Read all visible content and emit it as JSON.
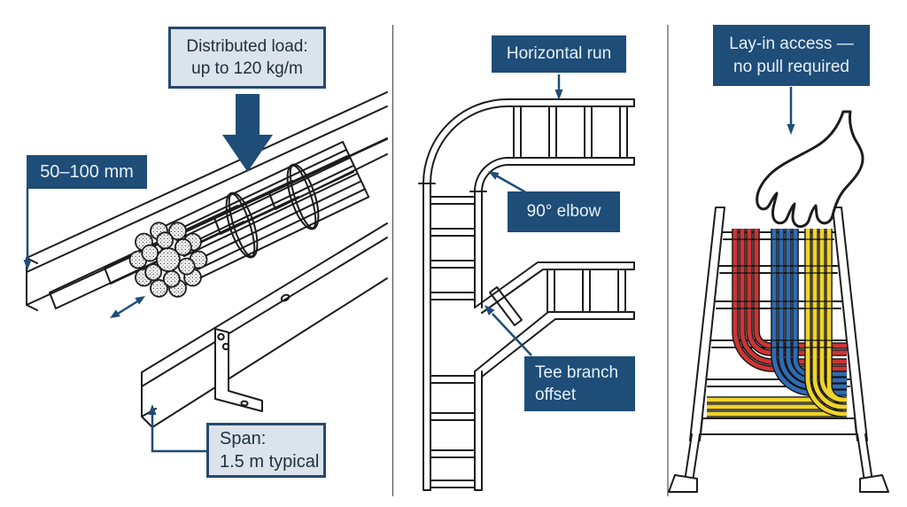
{
  "colors": {
    "navy": "#1e4d78",
    "light_fill": "#dbe3ec",
    "light_border": "#27496d",
    "line": "#1c1c1c",
    "red": "#cf3434",
    "blue": "#2e6cb4",
    "yellow": "#f0d32a",
    "divider": "#555555",
    "text_dark": "#22303e",
    "text_light": "#e9f1f8"
  },
  "panels": {
    "left": {
      "labels": {
        "load": "Distributed load:\nup to 120 kg/m",
        "size": "50–100 mm",
        "span": "Span:\n1.5 m typical"
      }
    },
    "middle": {
      "labels": {
        "run": "Horizontal run",
        "elbow": "90° elbow",
        "tee": "Tee branch\noffset"
      }
    },
    "right": {
      "labels": {
        "layin": "Lay-in access —\nno pull required"
      }
    }
  },
  "icons": {
    "load_arrow": "down-arrow",
    "rung_spacing": "double-arrow",
    "label_leaders": "leader-arrow",
    "access": "hand"
  }
}
